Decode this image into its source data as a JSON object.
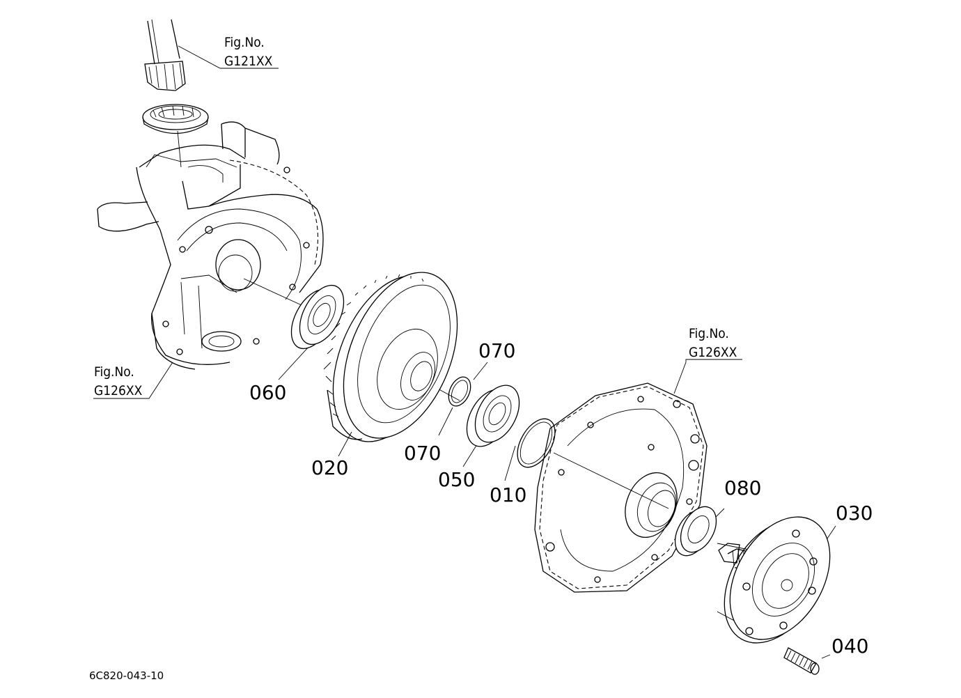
{
  "figure_refs": [
    {
      "id": "ref-top",
      "fig": "Fig.No.",
      "code": "G121XX"
    },
    {
      "id": "ref-left",
      "fig": "Fig.No.",
      "code": "G126XX"
    },
    {
      "id": "ref-right",
      "fig": "Fig.No.",
      "code": "G126XX"
    }
  ],
  "parts": {
    "p060": "060",
    "p020": "020",
    "p070a": "070",
    "p070b": "070",
    "p050": "050",
    "p010": "010",
    "p080": "080",
    "p030": "030",
    "p040": "040"
  },
  "diagram_code": "6C820-043-10"
}
